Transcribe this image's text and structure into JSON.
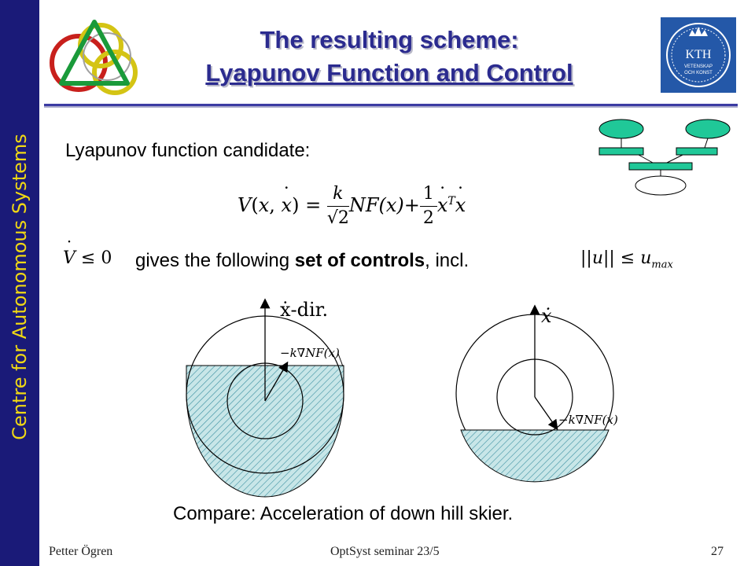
{
  "sidebar": {
    "text": "Centre for Autonomous Systems"
  },
  "header": {
    "title_line1": "The resulting scheme:",
    "title_line2": "Lyapunov Function and Control",
    "kth_logo_text": "KTH",
    "kth_logo_sub1": "VETENSKAP",
    "kth_logo_sub2": "OCH KONST"
  },
  "body": {
    "lyapunov_label": "Lyapunov function candidate:",
    "gives_prefix": "gives the following ",
    "gives_bold": "set of controls",
    "gives_suffix": ", incl.",
    "compare": "Compare: Acceleration of down hill skier."
  },
  "equations": {
    "lhs": "V(x, x) =",
    "k": "k",
    "sqrt2": "√2",
    "nf": "NF(x)+",
    "one": "1",
    "two": "2",
    "xt": "x",
    "T": "T",
    "x": "x",
    "vdot": "V",
    "leq0": "≤ 0",
    "norm": "||u|| ≤ u",
    "umax_sub": "max"
  },
  "figure": {
    "left_axis_label": "ẋ-dir.",
    "left_vector_label": "−k∇NF(x)",
    "right_axis_label": "ẋ",
    "right_vector_label": "−k∇NF(x)",
    "hatch_color": "#3a8fa0",
    "fill_color": "#c8e6e8"
  },
  "footer": {
    "author": "Petter Ögren",
    "seminar": "OptSyst seminar 23/5",
    "page": "27"
  },
  "colors": {
    "sidebar": "#1a1a78",
    "sidebar_text": "#f0d814",
    "title": "#2b2b8f",
    "diagram_box": "#20c898"
  }
}
